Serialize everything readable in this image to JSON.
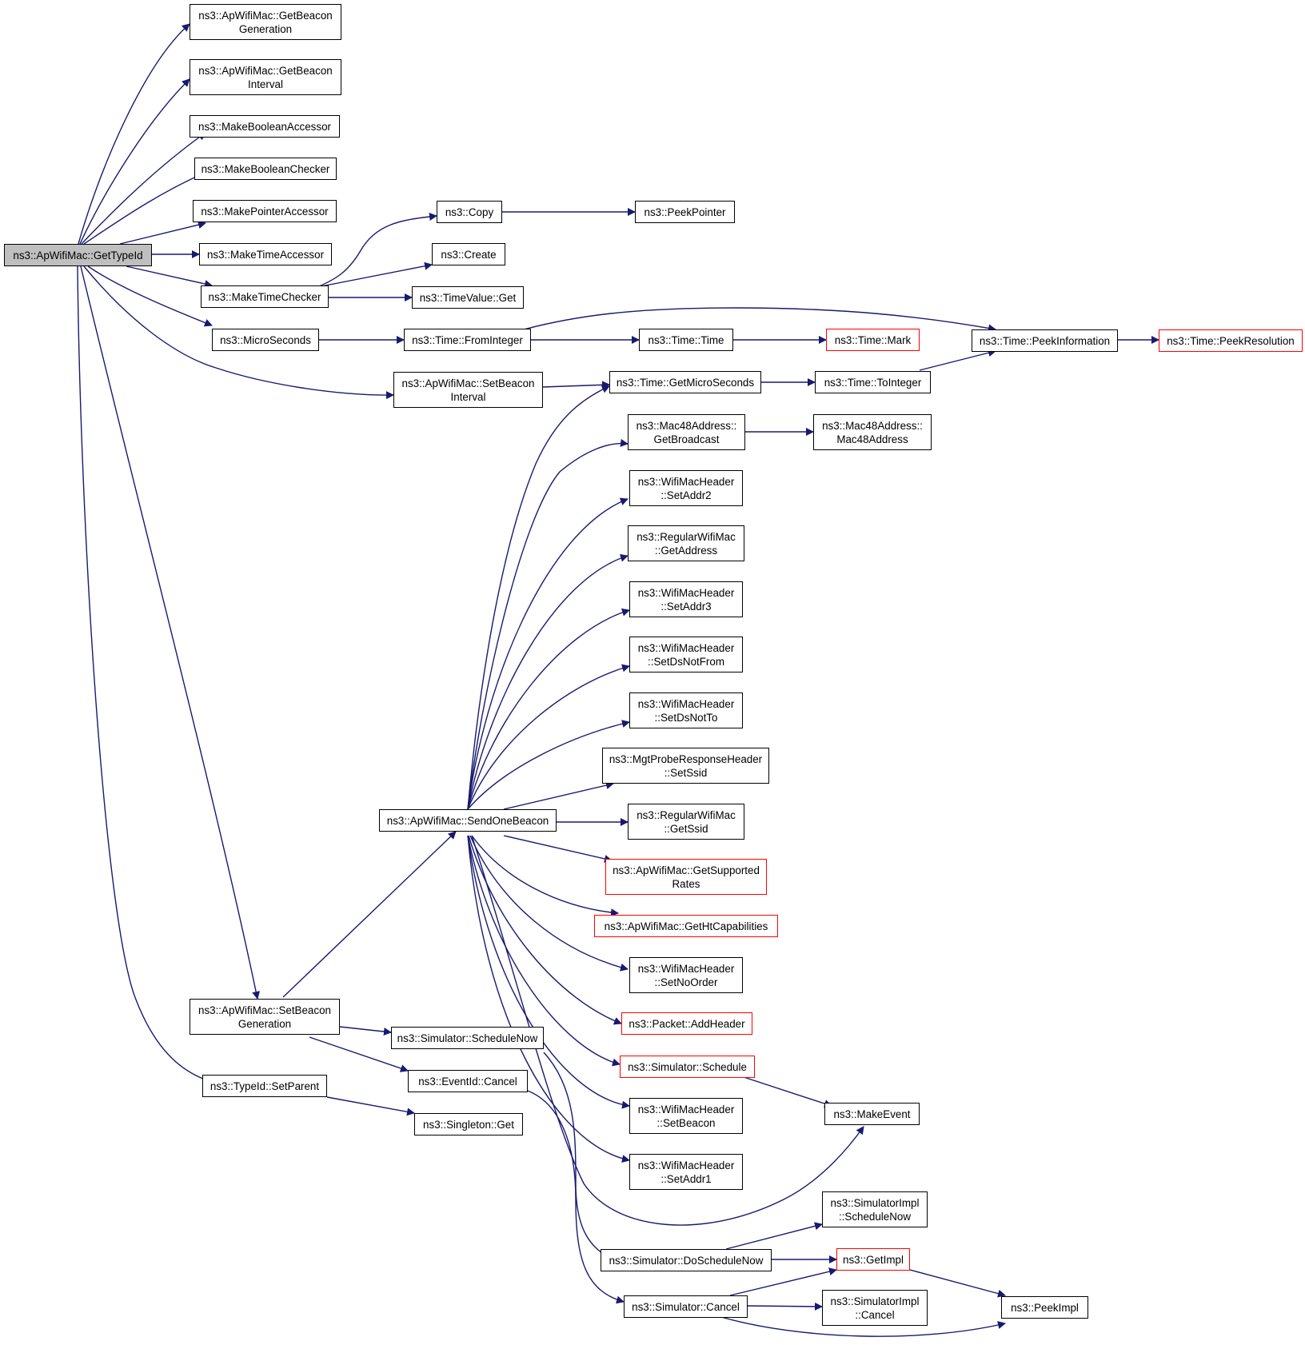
{
  "colors": {
    "edge": "#191970",
    "border": "#000000",
    "truncated_border": "#ff0000",
    "root_fill": "#bfbfbf"
  },
  "nodes": {
    "getTypeId": "ns3::ApWifiMac::GetTypeId",
    "getBeaconGeneration": "ns3::ApWifiMac::GetBeacon\nGeneration",
    "getBeaconInterval": "ns3::ApWifiMac::GetBeacon\nInterval",
    "makeBooleanAccessor": "ns3::MakeBooleanAccessor",
    "makeBooleanChecker": "ns3::MakeBooleanChecker",
    "makePointerAccessor": "ns3::MakePointerAccessor",
    "makeTimeAccessor": "ns3::MakeTimeAccessor",
    "makeTimeChecker": "ns3::MakeTimeChecker",
    "microSeconds": "ns3::MicroSeconds",
    "setBeaconInterval": "ns3::ApWifiMac::SetBeacon\nInterval",
    "setBeaconGeneration": "ns3::ApWifiMac::SetBeacon\nGeneration",
    "typeIdSetParent": "ns3::TypeId::SetParent",
    "copy": "ns3::Copy",
    "create": "ns3::Create",
    "timeValueGet": "ns3::TimeValue::Get",
    "timeFromInteger": "ns3::Time::FromInteger",
    "sendOneBeacon": "ns3::ApWifiMac::SendOneBeacon",
    "simulatorScheduleNow": "ns3::Simulator::ScheduleNow",
    "eventIdCancel": "ns3::EventId::Cancel",
    "singletonGet": "ns3::Singleton::Get",
    "peekPointer": "ns3::PeekPointer",
    "timeTime": "ns3::Time::Time",
    "timeGetMicroSeconds": "ns3::Time::GetMicroSeconds",
    "mac48GetBroadcast": "ns3::Mac48Address::\nGetBroadcast",
    "wmhSetAddr2": "ns3::WifiMacHeader\n::SetAddr2",
    "rwmGetAddress": "ns3::RegularWifiMac\n::GetAddress",
    "wmhSetAddr3": "ns3::WifiMacHeader\n::SetAddr3",
    "wmhSetDsNotFrom": "ns3::WifiMacHeader\n::SetDsNotFrom",
    "wmhSetDsNotTo": "ns3::WifiMacHeader\n::SetDsNotTo",
    "mprhSetSsid": "ns3::MgtProbeResponseHeader\n::SetSsid",
    "rwmGetSsid": "ns3::RegularWifiMac\n::GetSsid",
    "getSupportedRates": "ns3::ApWifiMac::GetSupported\nRates",
    "getHtCapabilities": "ns3::ApWifiMac::GetHtCapabilities",
    "wmhSetNoOrder": "ns3::WifiMacHeader\n::SetNoOrder",
    "packetAddHeader": "ns3::Packet::AddHeader",
    "simulatorSchedule": "ns3::Simulator::Schedule",
    "wmhSetBeacon": "ns3::WifiMacHeader\n::SetBeacon",
    "wmhSetAddr1": "ns3::WifiMacHeader\n::SetAddr1",
    "simulatorDoScheduleNow": "ns3::Simulator::DoScheduleNow",
    "simulatorCancel": "ns3::Simulator::Cancel",
    "timeMark": "ns3::Time::Mark",
    "timeToInteger": "ns3::Time::ToInteger",
    "mac48Mac48Address": "ns3::Mac48Address::\nMac48Address",
    "makeEvent": "ns3::MakeEvent",
    "simImplScheduleNow": "ns3::SimulatorImpl\n::ScheduleNow",
    "getImpl": "ns3::GetImpl",
    "simImplCancel": "ns3::SimulatorImpl\n::Cancel",
    "timePeekInformation": "ns3::Time::PeekInformation",
    "peekImpl": "ns3::PeekImpl",
    "timePeekResolution": "ns3::Time::PeekResolution"
  }
}
